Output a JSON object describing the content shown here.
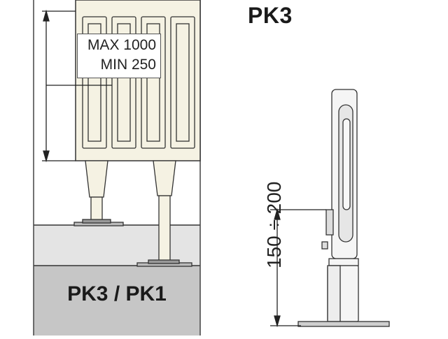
{
  "title": "PK3",
  "floor_label": "PK3 / PK1",
  "range": {
    "max_label": "MAX 1000",
    "min_label": "MIN 250"
  },
  "height_label": "150 ÷ 200",
  "colors": {
    "radiator_fill": "#f5f2e3",
    "floor_light": "#e4e4e4",
    "floor_dark": "#c6c6c6",
    "line": "#333333"
  }
}
